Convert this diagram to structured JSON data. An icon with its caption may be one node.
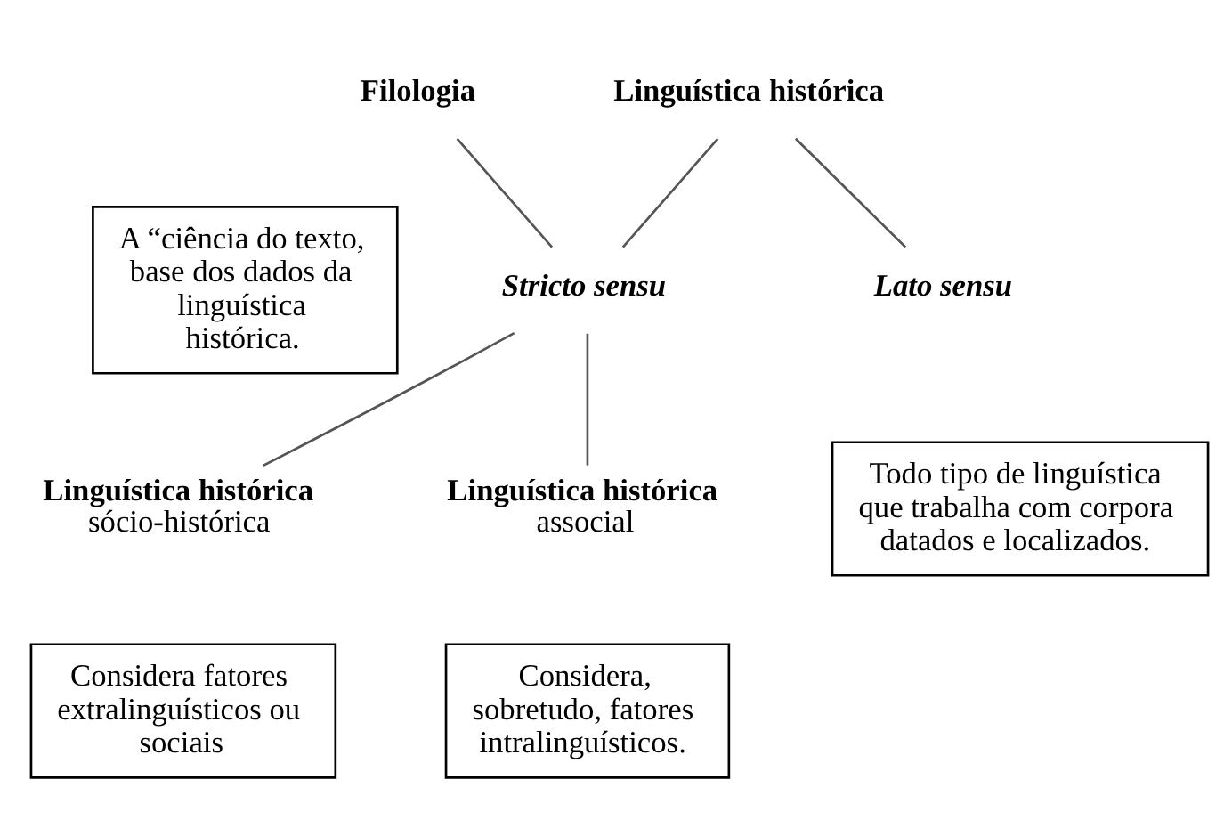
{
  "diagram": {
    "nodes": [
      {
        "text": [
          "Filologia"
        ]
      },
      {
        "text": [
          "Linguística histórica"
        ]
      },
      {
        "text": [
          "A “ciência do texto, base dos dados da linguística histórica."
        ]
      },
      {
        "text": [
          "Stricto sensu"
        ]
      },
      {
        "text": [
          "Lato sensu"
        ]
      },
      {
        "text": [
          "Todo tipo de linguística que trabalha com corpora datados e localizados."
        ]
      },
      {
        "text": [
          "Linguística histórica",
          "sócio-histórica"
        ]
      },
      {
        "text": [
          "Considera fatores extralinguísticos ou sociais"
        ]
      },
      {
        "text": [
          "Linguística histórica",
          "associal"
        ]
      },
      {
        "text": [
          "Considera, sobretudo, fatores intralinguísticos."
        ]
      }
    ],
    "edges": [
      {
        "from": 0,
        "to": 3,
        "arrow": "none"
      },
      {
        "from": 1,
        "to": 3,
        "arrow": "none"
      },
      {
        "from": 1,
        "to": 4,
        "arrow": "none"
      },
      {
        "from": 3,
        "to": 6,
        "arrow": "none"
      },
      {
        "from": 3,
        "to": 8,
        "arrow": "none"
      }
    ]
  }
}
